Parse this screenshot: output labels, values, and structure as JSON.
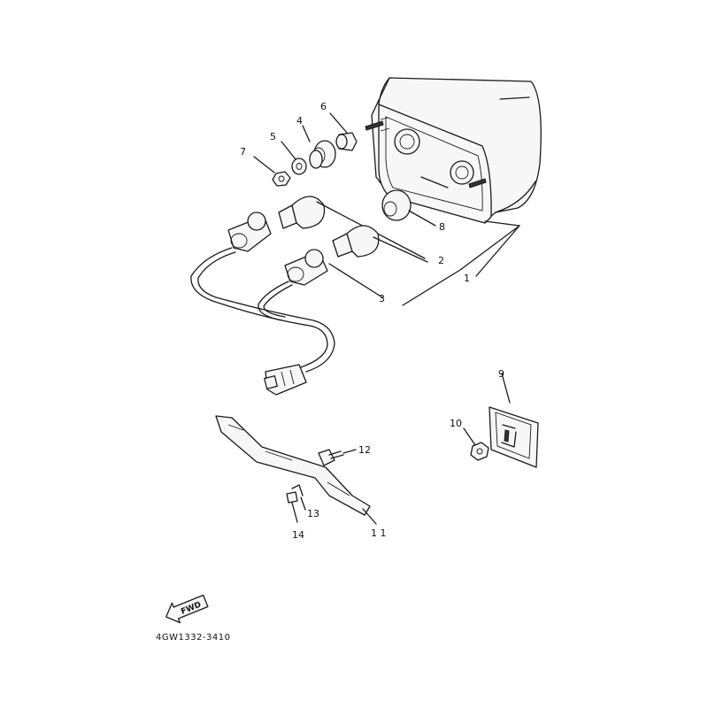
{
  "callouts": {
    "c1": "1",
    "c2": "2",
    "c3": "3",
    "c4": "4",
    "c5": "5",
    "c6": "6",
    "c7": "7",
    "c8": "8",
    "c9": "9",
    "c10": "10",
    "c11": "1 1",
    "c12": "12",
    "c13": "13",
    "c14": "14"
  },
  "fwd_label": "FWD",
  "diagram_code": "4GW1332-3410"
}
